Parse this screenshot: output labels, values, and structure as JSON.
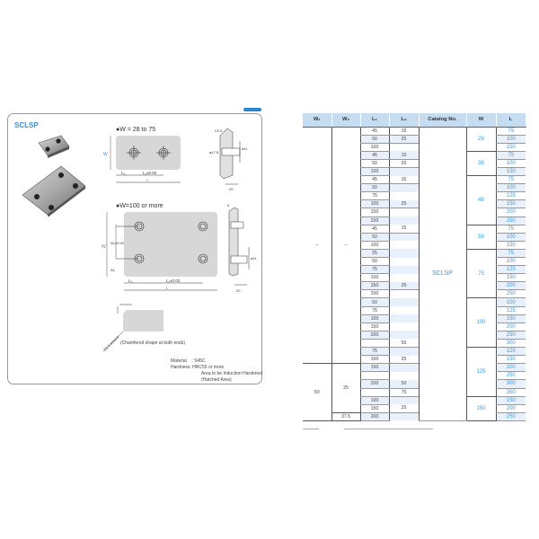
{
  "panel": {
    "title": "SCLSP",
    "section1_heading": "●W = 28 to 75",
    "section2_heading": "●W=100 or more",
    "dims": {
      "W": "W",
      "L": "L",
      "L2": "L₂",
      "L1": "L₁±0.02",
      "W1": "W₁",
      "W2": "W₂±0.02",
      "t20": "20",
      "d11": "ø11",
      "d175": "ø17.5",
      "r5": "5",
      "c05": "C0.5"
    },
    "chamfer_caption": "(Chamfered shape at both ends)",
    "chamfer_label": "C0.4 around",
    "material_label": "Material",
    "material_value": ": S45C",
    "hardness_label": "Hardness",
    "hardness_value": ": HRC55 or more",
    "hardness_note1": "Area to be Induction Hardened",
    "hardness_note2": "(Hatched Area)"
  },
  "table": {
    "headers": [
      "W₁",
      "W₂",
      "L₁",
      "L₂",
      "Catalog No.",
      "W",
      "L"
    ],
    "catalog_no": "SCLSP",
    "dash": "–",
    "groups": [
      {
        "W": "28",
        "rows": [
          {
            "L1": "45",
            "L2": "15",
            "L": "75"
          },
          {
            "L1": "50",
            "L2": "25",
            "L": "100"
          },
          {
            "L1": "100",
            "L2": "",
            "L": "150"
          }
        ]
      },
      {
        "W": "38",
        "rows": [
          {
            "L1": "45",
            "L2": "15",
            "L": "75"
          },
          {
            "L1": "50",
            "L2": "25",
            "L": "100"
          },
          {
            "L1": "100",
            "L2": "",
            "L": "150"
          }
        ]
      },
      {
        "W": "48",
        "rows": [
          {
            "L1": "45",
            "L2": "15",
            "L": "75"
          },
          {
            "L1": "50",
            "L2": "",
            "L": "100"
          },
          {
            "L1": "75",
            "L2": "",
            "L": "125"
          },
          {
            "L1": "100",
            "L2": "25",
            "L": "150"
          },
          {
            "L1": "150",
            "L2": "",
            "L": "200"
          },
          {
            "L1": "200",
            "L2": "",
            "L": "250"
          }
        ]
      },
      {
        "W": "58",
        "rows": [
          {
            "L1": "45",
            "L2": "15",
            "L": "75"
          },
          {
            "L1": "50",
            "L2": "",
            "L": "100"
          },
          {
            "L1": "100",
            "L2": "",
            "L": "150"
          }
        ]
      },
      {
        "W": "75",
        "rows": [
          {
            "L1": "25",
            "L2": "",
            "L": "75"
          },
          {
            "L1": "50",
            "L2": "",
            "L": "100"
          },
          {
            "L1": "75",
            "L2": "",
            "L": "125"
          },
          {
            "L1": "100",
            "L2": "",
            "L": "150"
          },
          {
            "L1": "150",
            "L2": "25",
            "L": "200"
          },
          {
            "L1": "200",
            "L2": "",
            "L": "250"
          }
        ]
      },
      {
        "W": "100",
        "W1": "50",
        "W2": "25",
        "rows": [
          {
            "L1": "50",
            "L2": "",
            "L": "100"
          },
          {
            "L1": "75",
            "L2": "",
            "L": "125"
          },
          {
            "L1": "100",
            "L2": "",
            "L": "150"
          },
          {
            "L1": "150",
            "L2": "",
            "L": "200"
          },
          {
            "L1": "200",
            "L2": "",
            "L": "250"
          },
          {
            "L1": "",
            "L2": "50",
            "L": "300"
          }
        ]
      },
      {
        "W": "125",
        "W2": "37.5",
        "rows": [
          {
            "L1": "75",
            "L2": "",
            "L": "125"
          },
          {
            "L1": "100",
            "L2": "25",
            "L": "150"
          },
          {
            "L1": "150",
            "L2": "",
            "L": "200"
          },
          {
            "L1": "",
            "L2": "",
            "L": "250"
          },
          {
            "L1": "200",
            "L2": "50",
            "L": "300"
          },
          {
            "L1": "",
            "L2": "75",
            "L": "350"
          }
        ]
      },
      {
        "W": "150",
        "W1": "100",
        "W2": "25",
        "rows": [
          {
            "L1": "100",
            "L2": "",
            "L": "150"
          },
          {
            "L1": "150",
            "L2": "25",
            "L": "200"
          },
          {
            "L1": "200",
            "L2": "",
            "L": "250"
          }
        ]
      }
    ]
  }
}
